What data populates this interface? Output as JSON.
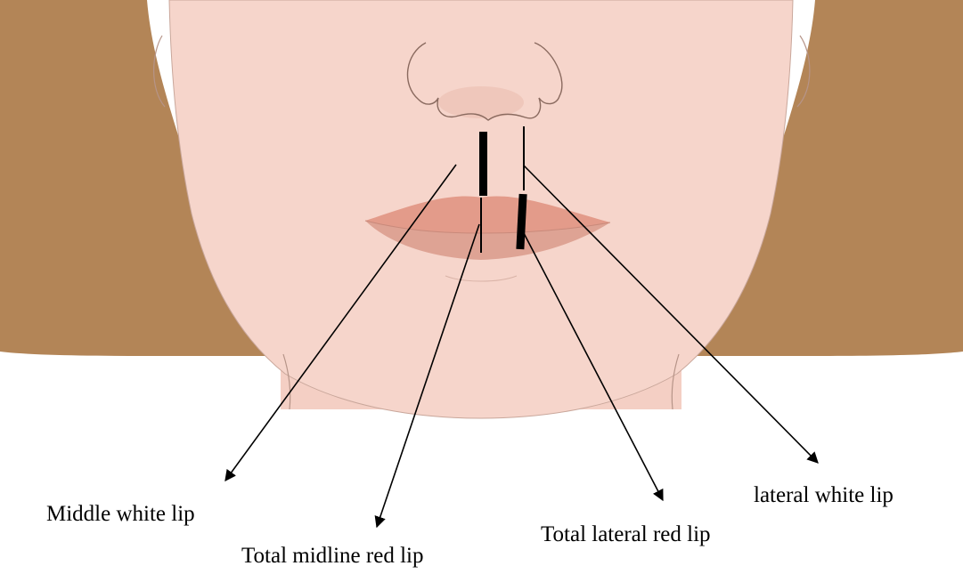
{
  "labels": {
    "middle_white_lip": "Middle white lip",
    "total_midline_red_lip": "Total midline red lip",
    "total_lateral_red_lip": "Total lateral red lip",
    "lateral_white_lip": "lateral white lip"
  },
  "colors": {
    "skin": "#f6d5cb",
    "skin_shadow": "#efc7bb",
    "hair": "#b38557",
    "lip_upper": "#e39b8a",
    "lip_lower": "#dea394",
    "outline": "#8a6a5f",
    "line": "#000000"
  }
}
